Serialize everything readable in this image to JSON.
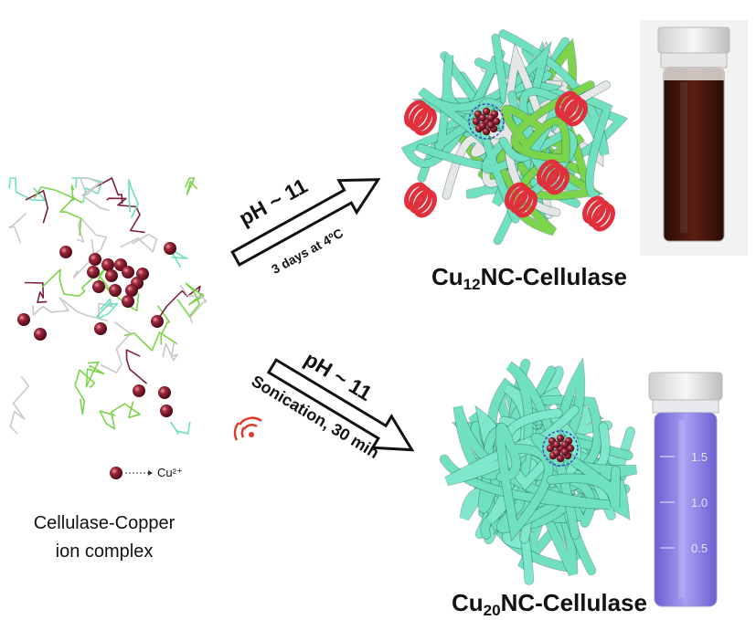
{
  "complex": {
    "label_line1": "Cellulase-Copper",
    "label_line2": "ion complex",
    "legend_text": "Cu²⁺"
  },
  "top_reaction": {
    "condition_ph": "pH ~ 11",
    "condition_time": "3 days at 4ºC",
    "product_prefix": "Cu",
    "product_subscript": "12",
    "product_suffix": "NC-Cellulase"
  },
  "bottom_reaction": {
    "condition_ph": "pH ~ 11",
    "condition_time": "Sonication, 30 min",
    "product_prefix": "Cu",
    "product_subscript": "20",
    "product_suffix": "NC-Cellulase",
    "tube_marks": [
      "1.5",
      "1.0",
      "0.5"
    ]
  },
  "colors": {
    "copper_sphere": "#8b1a2e",
    "protein_teal": "#6fe0c0",
    "helix_red": "#e0303c",
    "coil_grey": "#c9c9c9",
    "green_trace": "#7cd44a",
    "maroon_trace": "#7a1f3c",
    "brown_solution": "#4a1a10",
    "purple_solution": "#8a7fe6",
    "sonication_red": "#e23a2a"
  }
}
